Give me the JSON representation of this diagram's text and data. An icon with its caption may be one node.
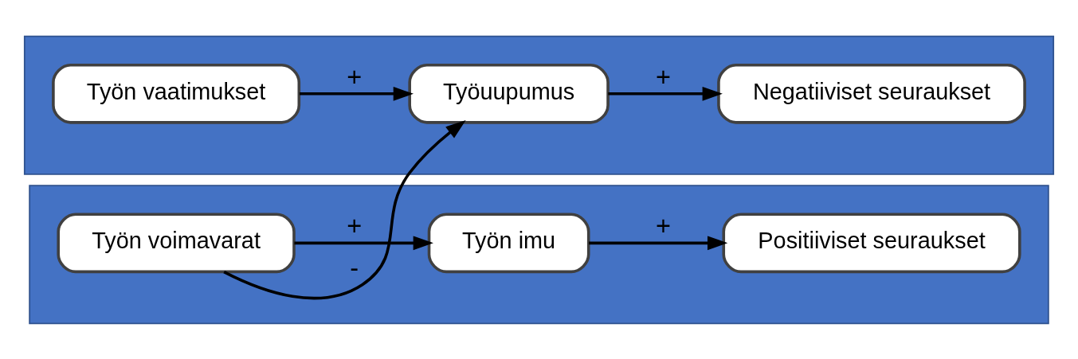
{
  "diagram": {
    "nodes": [
      {
        "text": [],
        "shape": "band"
      },
      {
        "text": [
          "Työn vaatimukset"
        ],
        "in": 0
      },
      {
        "text": [
          "Työuupumus"
        ],
        "in": 0
      },
      {
        "text": [
          "Negatiiviset seuraukset"
        ],
        "in": 0
      },
      {
        "text": [],
        "shape": "band"
      },
      {
        "text": [
          "Työn voimavarat"
        ],
        "in": 4
      },
      {
        "text": [
          "Työn imu"
        ],
        "in": 4
      },
      {
        "text": [
          "Positiiviset seuraukset"
        ],
        "in": 4
      }
    ],
    "edges": [
      {
        "from": 1,
        "to": 2,
        "arrow": "to",
        "label": "+"
      },
      {
        "from": 2,
        "to": 3,
        "arrow": "to",
        "label": "+"
      },
      {
        "from": 5,
        "to": 2,
        "arrow": "to",
        "label": "-"
      },
      {
        "from": 5,
        "to": 6,
        "arrow": "to",
        "label": "+"
      },
      {
        "from": 6,
        "to": 7,
        "arrow": "to",
        "label": "+"
      }
    ]
  }
}
